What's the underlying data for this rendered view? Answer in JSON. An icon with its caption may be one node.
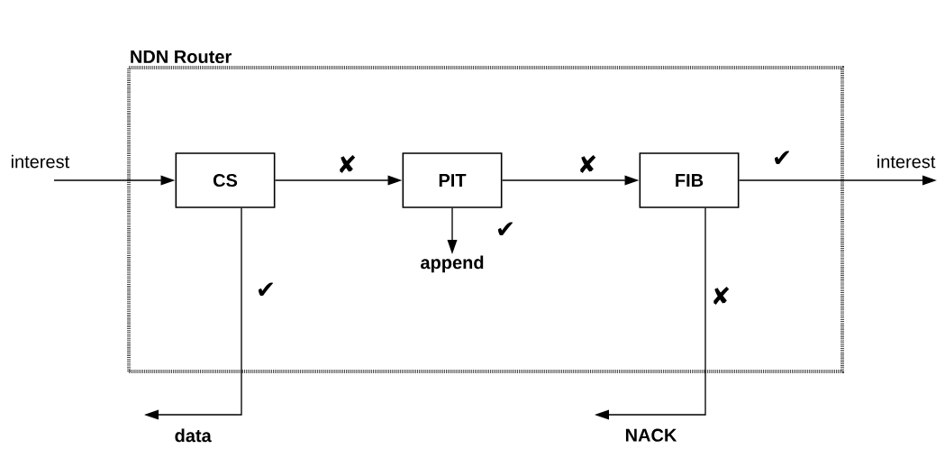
{
  "diagram": {
    "nodes": [
      {
        "text": [
          "NDN Router"
        ]
      },
      {
        "text": [
          "CS"
        ],
        "in": 0
      },
      {
        "text": [
          "PIT"
        ],
        "in": 0
      },
      {
        "text": [
          "FIB"
        ],
        "in": 0
      },
      {
        "text": [
          "interest"
        ]
      },
      {
        "text": [
          "interest"
        ]
      },
      {
        "text": [
          "data"
        ]
      },
      {
        "text": [
          "append"
        ],
        "in": 0
      },
      {
        "text": [
          "NACK"
        ]
      }
    ],
    "edges": [
      {
        "from": 4,
        "to": 1,
        "arrow": "to"
      },
      {
        "from": 1,
        "to": 2,
        "arrow": "to",
        "label": "✘"
      },
      {
        "from": 2,
        "to": 3,
        "arrow": "to",
        "label": "✘"
      },
      {
        "from": 3,
        "to": 5,
        "arrow": "to",
        "label": "✔"
      },
      {
        "from": 1,
        "to": 6,
        "arrow": "to",
        "label": "✔"
      },
      {
        "from": 2,
        "to": 7,
        "arrow": "to",
        "label": "✔"
      },
      {
        "from": 3,
        "to": 8,
        "arrow": "to",
        "label": "✘"
      }
    ]
  }
}
